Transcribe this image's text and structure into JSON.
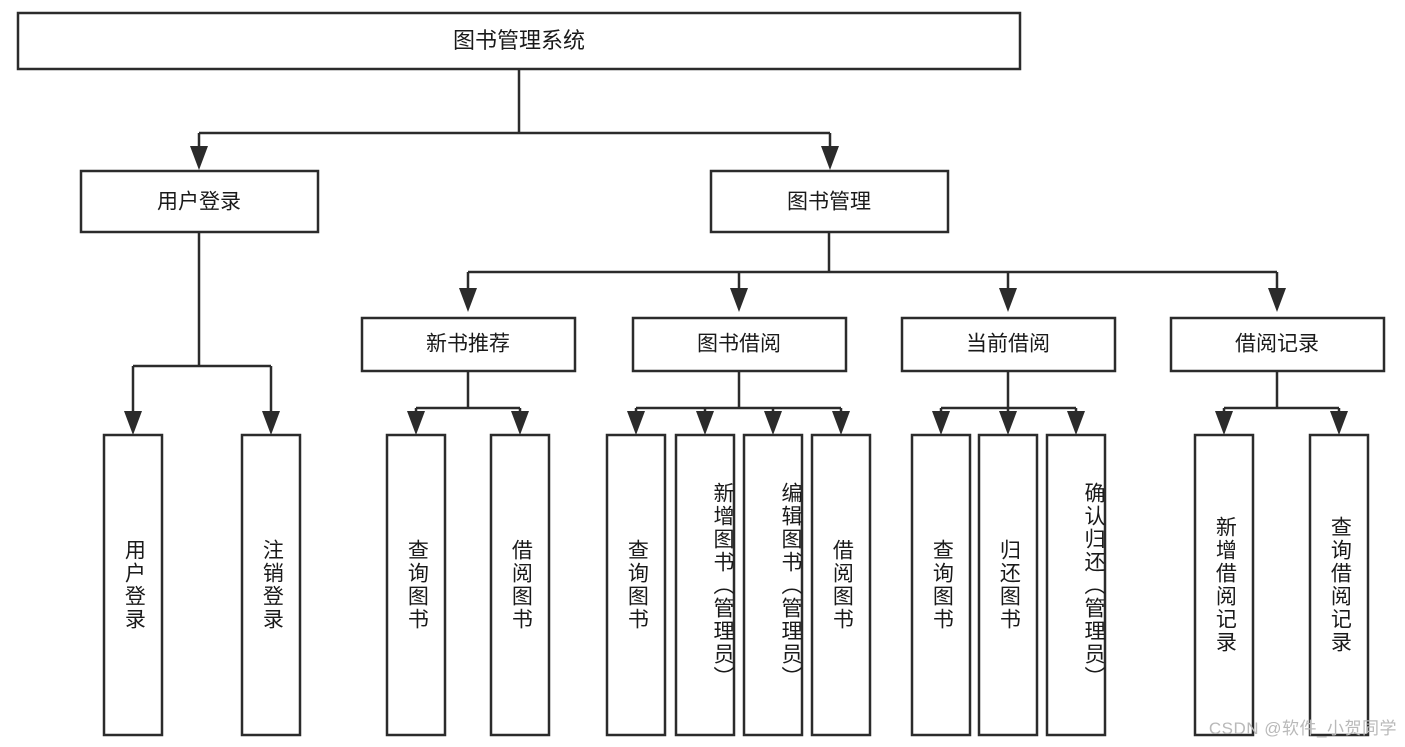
{
  "diagram": {
    "type": "tree",
    "title": "图书管理系统",
    "colors": {
      "background": "#ffffff",
      "box_fill": "#ffffff",
      "box_stroke": "#2b2b2b",
      "text": "#1a1a1a",
      "watermark": "#b9b9b9"
    },
    "root": {
      "label": "图书管理系统"
    },
    "level2": [
      {
        "label": "用户登录"
      },
      {
        "label": "图书管理"
      }
    ],
    "level3": [
      {
        "label": "新书推荐"
      },
      {
        "label": "图书借阅"
      },
      {
        "label": "当前借阅"
      },
      {
        "label": "借阅记录"
      }
    ],
    "leaves": [
      {
        "label": "用户登录",
        "parent": "用户登录"
      },
      {
        "label": "注销登录",
        "parent": "用户登录"
      },
      {
        "label": "查询图书",
        "parent": "新书推荐"
      },
      {
        "label": "借阅图书",
        "parent": "新书推荐"
      },
      {
        "label": "查询图书",
        "parent": "图书借阅"
      },
      {
        "label": "新增图书（管理员）",
        "parent": "图书借阅"
      },
      {
        "label": "编辑图书（管理员）",
        "parent": "图书借阅"
      },
      {
        "label": "借阅图书",
        "parent": "图书借阅"
      },
      {
        "label": "查询图书",
        "parent": "当前借阅"
      },
      {
        "label": "归还图书",
        "parent": "当前借阅"
      },
      {
        "label": "确认归还（管理员）",
        "parent": "当前借阅"
      },
      {
        "label": "新增借阅记录",
        "parent": "借阅记录"
      },
      {
        "label": "查询借阅记录",
        "parent": "借阅记录"
      }
    ]
  },
  "watermark": {
    "text": "CSDN @软件_小贺同学"
  }
}
